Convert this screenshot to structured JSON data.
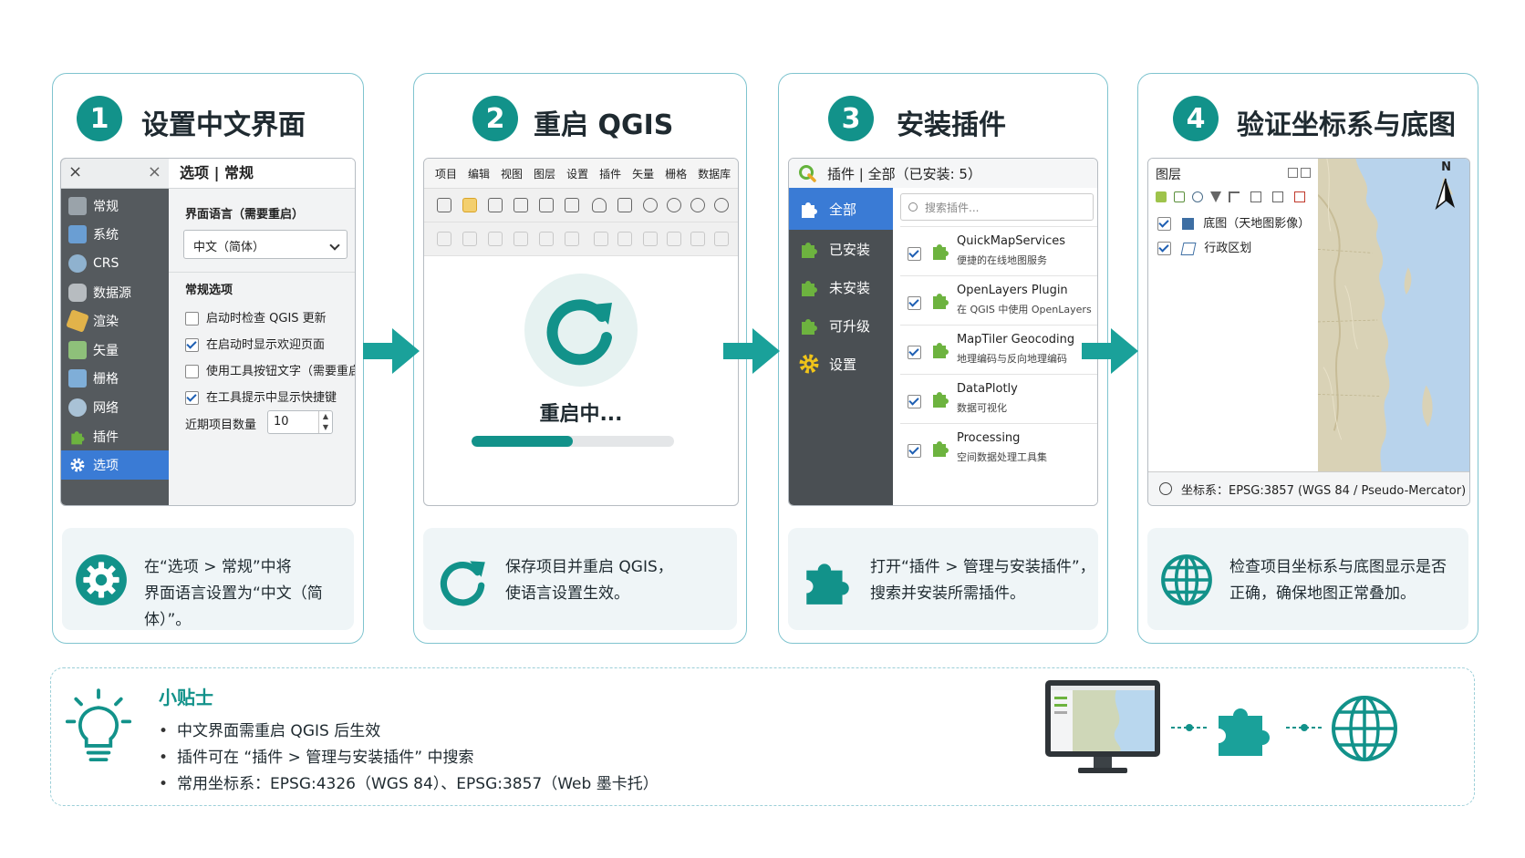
{
  "steps": [
    {
      "num": "1",
      "title": "设置中文界面",
      "info": "在“选项 > 常规”中将\n界面语言设置为“中文（简体）”。"
    },
    {
      "num": "2",
      "title": "重启 QGIS",
      "info": "保存项目并重启 QGIS，\n使语言设置生效。"
    },
    {
      "num": "3",
      "title": "安装插件",
      "info": "打开“插件 > 管理与安装插件”，\n搜索并安装所需插件。"
    },
    {
      "num": "4",
      "title": "验证坐标系与底图",
      "info": "检查项目坐标系与底图显示是否\n正确，确保地图正常叠加。"
    }
  ],
  "options_dialog": {
    "close_glyph": "×",
    "header": "选项 | 常规",
    "sidebar": [
      {
        "label": "常规",
        "icon": "wrench-icon",
        "color": "#9aa3aa"
      },
      {
        "label": "系统",
        "icon": "monitor-icon",
        "color": "#6a9ed3"
      },
      {
        "label": "CRS",
        "icon": "globe-icon",
        "color": "#8fb2cf"
      },
      {
        "label": "数据源",
        "icon": "database-icon",
        "color": "#b7bcc0"
      },
      {
        "label": "渲染",
        "icon": "brush-icon",
        "color": "#e2b34a"
      },
      {
        "label": "矢量",
        "icon": "vector-icon",
        "color": "#8ec07a"
      },
      {
        "label": "栅格",
        "icon": "raster-icon",
        "color": "#7faed8"
      },
      {
        "label": "网络",
        "icon": "network-icon",
        "color": "#a9c2d6"
      },
      {
        "label": "插件",
        "icon": "puzzle-icon",
        "color": "#6db33f"
      },
      {
        "label": "选项",
        "icon": "gear-icon",
        "color": "#ffffff"
      }
    ],
    "language_label": "界面语言（需要重启）",
    "language_value": "中文（简体）",
    "general_label": "常规选项",
    "options": [
      {
        "label": "启动时检查 QGIS 更新",
        "checked": false
      },
      {
        "label": "在启动时显示欢迎页面",
        "checked": true
      },
      {
        "label": "使用工具按钮文字（需要重启）",
        "checked": false
      },
      {
        "label": "在工具提示中显示快捷键",
        "checked": true
      }
    ],
    "recent_label": "近期项目数量",
    "recent_value": "10"
  },
  "restart_window": {
    "menu": [
      "项目",
      "编辑",
      "视图",
      "图层",
      "设置",
      "插件",
      "矢量",
      "栅格",
      "数据库"
    ],
    "status": "重启中...",
    "progress": 0.5
  },
  "plugin_manager": {
    "title": "插件 | 全部（已安装: 5）",
    "sidebar": [
      "全部",
      "已安装",
      "未安装",
      "可升级",
      "设置"
    ],
    "search_placeholder": "搜索插件...",
    "plugins": [
      {
        "name": "QuickMapServices",
        "desc": "便捷的在线地图服务",
        "checked": true
      },
      {
        "name": "OpenLayers Plugin",
        "desc": "在 QGIS 中使用 OpenLayers",
        "checked": true
      },
      {
        "name": "MapTiler Geocoding",
        "desc": "地理编码与反向地理编码",
        "checked": true
      },
      {
        "name": "DataPlotly",
        "desc": "数据可视化",
        "checked": true
      },
      {
        "name": "Processing",
        "desc": "空间数据处理工具集",
        "checked": true
      }
    ]
  },
  "layers_panel": {
    "title": "图层",
    "layers": [
      {
        "label": "底图（天地图影像）",
        "checked": true
      },
      {
        "label": "行政区划",
        "checked": true
      }
    ],
    "north": "N",
    "status": "坐标系：EPSG:3857 (WGS 84 / Pseudo-Mercator)"
  },
  "tips": {
    "title": "小贴士",
    "items": [
      "中文界面需重启 QGIS 后生效",
      "插件可在 “插件 > 管理与安装插件” 中搜索",
      "常用坐标系：EPSG:4326（WGS 84）、EPSG:3857（Web 墨卡托）"
    ]
  },
  "colors": {
    "accent": "#12928a",
    "border": "#7fc4cf",
    "highlight": "#3a7bd5",
    "puzzle": "#6db33f"
  }
}
